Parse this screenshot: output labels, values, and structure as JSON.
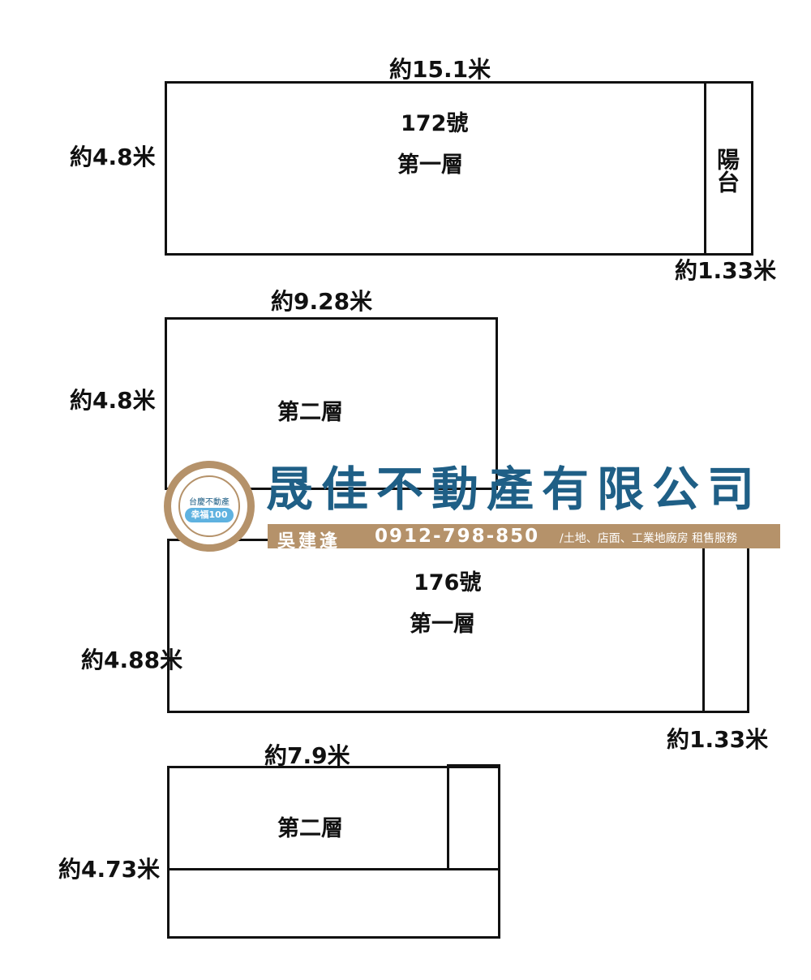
{
  "plan_172_floor1": {
    "width_label": "約15.1米",
    "height_label": "約4.8米",
    "number": "172號",
    "floor": "第一層",
    "balcony": "陽台",
    "balcony_width_label": "約1.33米"
  },
  "plan_172_floor2": {
    "width_label": "約9.28米",
    "height_label": "約4.8米",
    "floor": "第二層"
  },
  "plan_176_floor1": {
    "number": "176號",
    "floor": "第一層",
    "height_label": "約4.88米",
    "balcony_width_label": "約1.33米"
  },
  "plan_176_floor2": {
    "width_label": "約7.9米",
    "height_label": "約4.73米",
    "floor": "第二層"
  },
  "watermark": {
    "seal_top": "台慶不動產",
    "seal_badge": "幸福100",
    "company": "晟佳不動產有限公司",
    "agent_name": "吳建逢",
    "phone": "0912-798-850",
    "services": "/土地、店面、工業地廠房 租售服務",
    "accent_color": "#1f5f86",
    "band_color": "#b5926a"
  }
}
